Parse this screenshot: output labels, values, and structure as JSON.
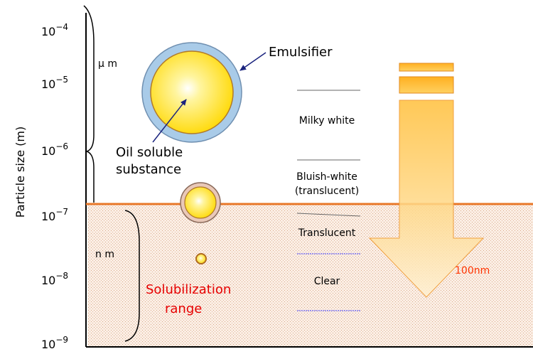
{
  "axis": {
    "label": "Particle size (m)",
    "ticks": [
      {
        "base": "10",
        "exp": "−4"
      },
      {
        "base": "10",
        "exp": "−5"
      },
      {
        "base": "10",
        "exp": "−6"
      },
      {
        "base": "10",
        "exp": "−7"
      },
      {
        "base": "10",
        "exp": "−8"
      },
      {
        "base": "10",
        "exp": "−9"
      }
    ]
  },
  "ranges": {
    "micro": "μ m",
    "nano": "n m"
  },
  "labels": {
    "emulsifier": "Emulsifier",
    "oil_line1": "Oil soluble",
    "oil_line2": "substance",
    "solub_line1": "Solubilization",
    "solub_line2": "range",
    "threshold": "100nm"
  },
  "appearance": {
    "milky": "Milky white",
    "bluish_line1": "Bluish-white",
    "bluish_line2": "(translucent)",
    "translucent": "Translucent",
    "clear": "Clear"
  },
  "colors": {
    "threshold_line": "#e8782a",
    "solubilization_text": "#e60000",
    "threshold_text": "#ff3300",
    "emulsifier_shell": "#9dc3e6",
    "oil_core": "#ffe000",
    "dashed_blue": "#4040ff",
    "arrow_fill": "#ffc84a"
  }
}
